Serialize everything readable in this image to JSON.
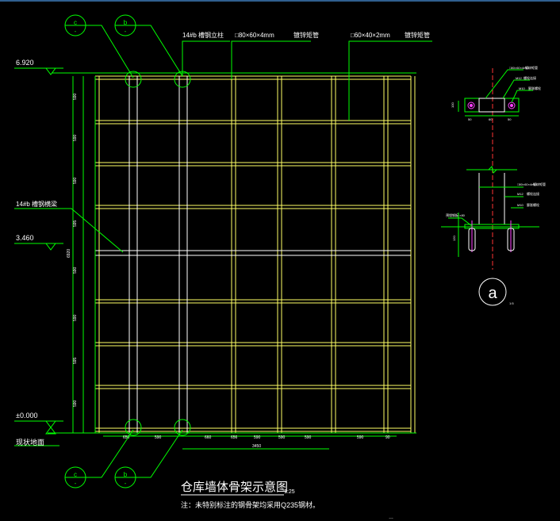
{
  "drawing": {
    "title": "仓库墙体骨架示意图",
    "title_scale": "1:25",
    "note": "注：未特别标注的钢骨架均采用Q235钢材。",
    "corner_text": "…"
  },
  "elevations": [
    {
      "label": "6.920"
    },
    {
      "label": "3.460"
    },
    {
      "label": "±0.000"
    }
  ],
  "ground_label": "现状地面",
  "callouts": {
    "column": "14#b  槽钢立柱",
    "beam": "14#b  槽钢横梁",
    "tube_1": "□80×60×4mm",
    "tube_1_note": "镀锌矩管",
    "tube_2": "□60×40×2mm",
    "tube_2_note": "镀锌矩管"
  },
  "axis_bubbles": [
    {
      "letter": "c",
      "num": "-"
    },
    {
      "letter": "b",
      "num": "-"
    },
    {
      "letter": "c",
      "num": "-"
    },
    {
      "letter": "b",
      "num": "-"
    }
  ],
  "left_dims": [
    "95",
    "590",
    "590",
    "590",
    "595",
    "590",
    "590",
    "595",
    "590",
    "595"
  ],
  "left_total": "6920",
  "bottom_dims": [
    "650",
    "590",
    "660",
    "656",
    "590",
    "590",
    "590",
    "590",
    "90"
  ],
  "bottom_total": "3450",
  "detail": {
    "label": "a",
    "scale": "1:5",
    "section_tags": [
      "□80×60×4mm",
      "镀锌矩管",
      "M12",
      "螺栓连接",
      "M10",
      "膨胀螺栓"
    ],
    "section_dims": [
      "50",
      "60",
      "50",
      "100"
    ],
    "bottom_tags": [
      "□80×60×4mm",
      "镀锌矩管",
      "M12",
      "螺栓连接",
      "M10",
      "膨胀螺栓"
    ],
    "side_notes": [
      "预埋钢板 ×80",
      "120"
    ]
  },
  "colors": {
    "green": "#00ff00",
    "yellow": "#ffff66",
    "white": "#ffffff",
    "red": "#ff3333",
    "magenta": "#ff40ff",
    "background": "#000000"
  }
}
